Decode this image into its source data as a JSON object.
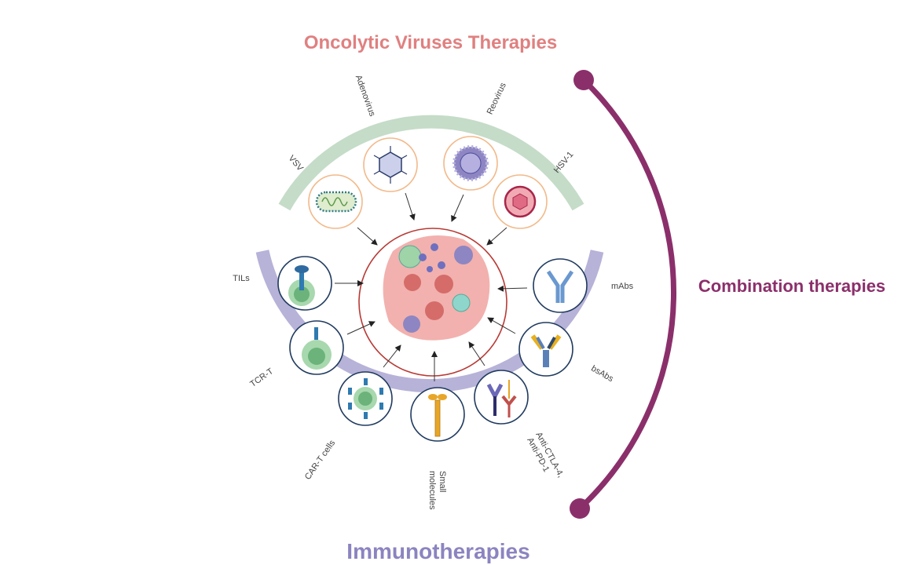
{
  "titles": {
    "oncolytic": "Oncolytic Viruses Therapies",
    "combination": "Combination therapies",
    "immuno": "Immunotherapies"
  },
  "viruses": [
    "VSV",
    "Adenovirus",
    "Reovirus",
    "HSV-1"
  ],
  "immunotherapies": {
    "tils": "TILs",
    "tcrt": "TCR-T",
    "cart": "CAR-T cells",
    "small1": "Small",
    "small2": "molecules",
    "anti1": "Anti-CTLA-4,",
    "anti2": "Anti-PD-1",
    "bsabs": "bsAbs",
    "mabs": "mAbs"
  },
  "colors": {
    "oncolytic": "#e08080",
    "combination": "#8b2f6b",
    "immuno": "#8b84c0",
    "green_arc": "#c5dcc8",
    "purple_arc": "#b7b2d8",
    "tumor_ring": "#b83a35"
  }
}
